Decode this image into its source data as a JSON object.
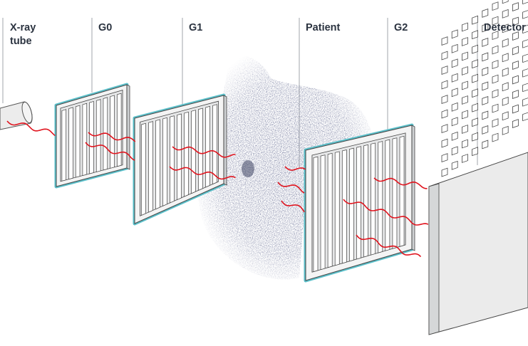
{
  "labels": {
    "tube": "X-ray tube",
    "tube_line1": "X-ray",
    "tube_line2": "tube",
    "g0": "G0",
    "g1": "G1",
    "patient": "Patient",
    "g2": "G2",
    "detector": "Detector"
  },
  "colors": {
    "grating_outline": "#5bbfc9",
    "xray_wave": "#e0141e",
    "leader_line": "#8a8f96",
    "patient": "#2e3356",
    "text": "#2b3340"
  }
}
